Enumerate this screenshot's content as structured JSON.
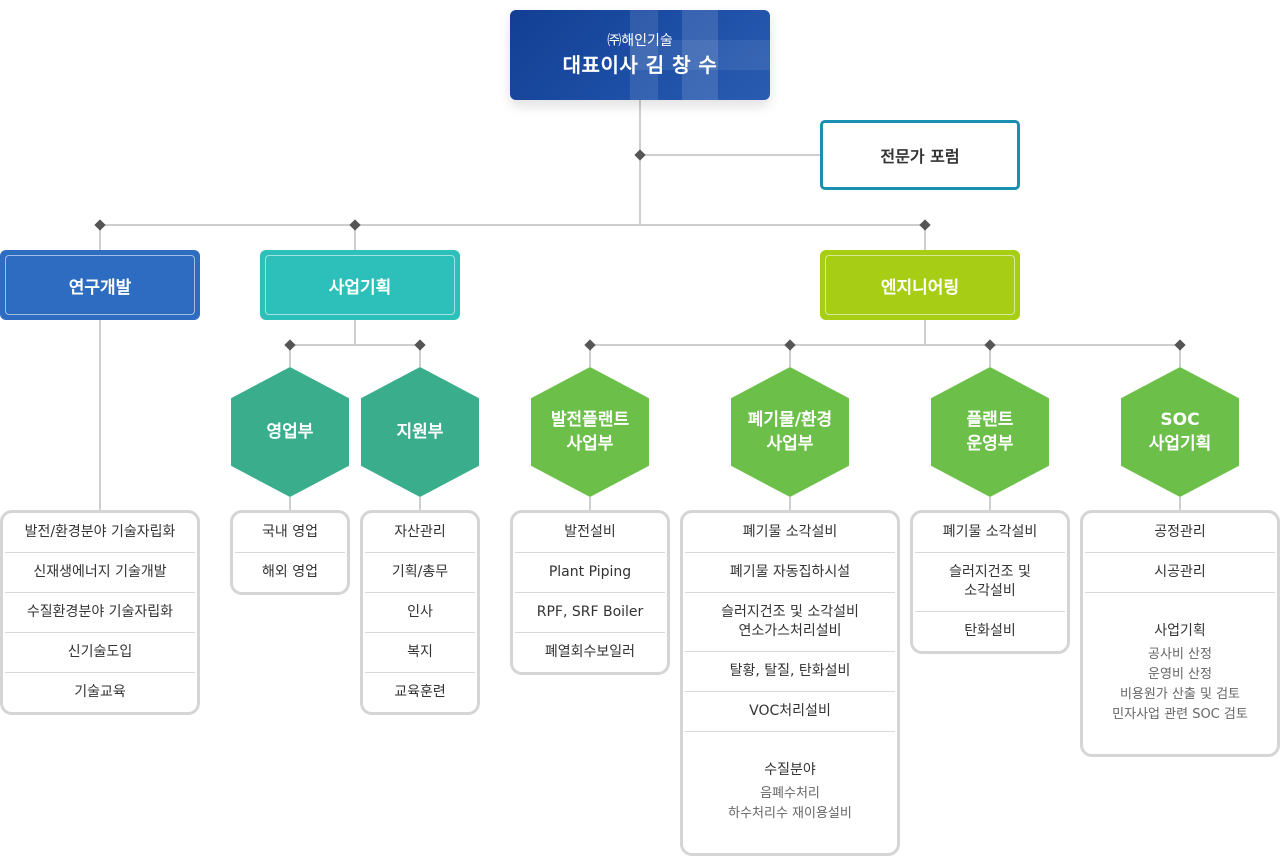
{
  "ceo": {
    "company": "㈜해인기술",
    "title": "대표이사 김 창 수"
  },
  "forum": {
    "label": "전문가 포럼"
  },
  "divisions": {
    "rnd": "연구개발",
    "planning": "사업기획",
    "engineering": "엔지니어링"
  },
  "departments": {
    "sales": "영업부",
    "support": "지원부",
    "power": "발전플랜트\n사업부",
    "waste": "폐기물/환경\n사업부",
    "plant_ops": "플랜트\n운영부",
    "soc": "SOC\n사업기획"
  },
  "lists": {
    "rnd": [
      "발전/환경분야 기술자립화",
      "신재생에너지 기술개발",
      "수질환경분야 기술자립화",
      "신기술도입",
      "기술교육"
    ],
    "sales": [
      "국내 영업",
      "해외 영업"
    ],
    "support": [
      "자산관리",
      "기획/총무",
      "인사",
      "복지",
      "교육훈련"
    ],
    "power": [
      "발전설비",
      "Plant Piping",
      "RPF, SRF Boiler",
      "폐열회수보일러"
    ],
    "waste": [
      "폐기물 소각설비",
      "폐기물 자동집하시설",
      "슬러지건조 및 소각설비\n연소가스처리설비",
      "탈황, 탈질, 탄화설비",
      "VOC처리설비"
    ],
    "waste_last": {
      "title": "수질분야",
      "sub": "음폐수처리\n하수처리수 재이용설비"
    },
    "plant_ops": [
      "폐기물 소각설비",
      "슬러지건조 및\n소각설비",
      "탄화설비"
    ],
    "soc": [
      "공정관리",
      "시공관리"
    ],
    "soc_last": {
      "title": "사업기획",
      "sub": "공사비 산정\n운영비 산정\n비용원가 산출 및 검토\n민자사업 관련 SOC 검토"
    }
  },
  "colors": {
    "ceo": "#123f93",
    "forum_border": "#1a8fb0",
    "rnd": "#2e6cc2",
    "planning": "#2dbfb9",
    "engineering": "#a8cd15",
    "hex_teal": "#3aae8c",
    "hex_green": "#6cc04a",
    "connector": "#cfcfcf",
    "node": "#555555"
  }
}
